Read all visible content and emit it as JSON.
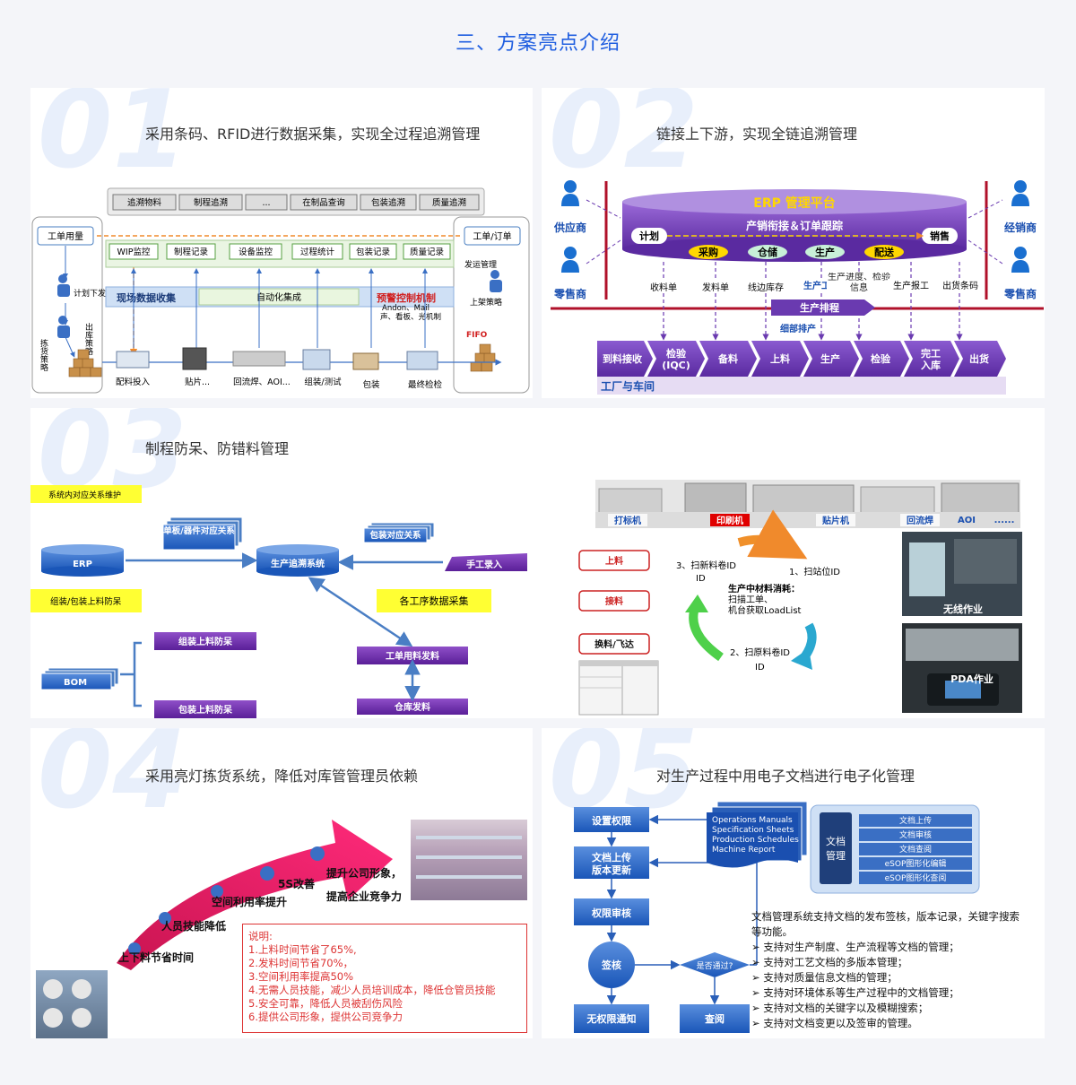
{
  "page_title": "三、方案亮点介绍",
  "panels": [
    {
      "num": "01",
      "title": "采用条码、RFID进行数据采集，实现全过程追溯管理"
    },
    {
      "num": "02",
      "title": "链接上下游，实现全链追溯管理"
    },
    {
      "num": "03",
      "title": "制程防呆、防错料管理"
    },
    {
      "num": "04",
      "title": "采用亮灯拣货系统，降低对库管管理员依赖"
    },
    {
      "num": "05",
      "title": "对生产过程中用电子文档进行电子化管理"
    }
  ],
  "p1": {
    "query_tabs": [
      "追溯物料",
      "制程追溯",
      "...",
      "在制品查询",
      "包装追溯",
      "质量追溯"
    ],
    "left_box": "工单用量",
    "right_box": "工单/订单",
    "plan_down": "计划下发",
    "pick_strategy": "拣货策略",
    "out_strategy": "出库策略",
    "ship_mgmt": "发运管理",
    "shelf_strategy": "上架策略",
    "fifo": "FIFO",
    "monitors": [
      "WIP监控",
      "制程记录",
      "设备监控",
      "过程统计",
      "包装记录",
      "质量记录"
    ],
    "collect": "现场数据收集",
    "auto": "自动化集成",
    "alarm": "预警控制机制",
    "alarm_sub1": "Andon、Mail",
    "alarm_sub2": "声、看板、光机制",
    "stations": [
      "配料投入",
      "贴片...",
      "回流焊、AOI...",
      "组装/测试",
      "包装",
      "最终检检"
    ]
  },
  "p2": {
    "erp_title": "ERP 管理平台",
    "erp_sub": "产销衔接＆订单跟踪",
    "plan": "计划",
    "sales": "销售",
    "flow": [
      "采购",
      "仓储",
      "生产",
      "配送"
    ],
    "left_roles": [
      "供应商",
      "零售商"
    ],
    "right_roles": [
      "经销商",
      "零售商"
    ],
    "mid_labels": [
      "收料单",
      "发料单",
      "线边库存",
      "生产工单",
      "生产进度、检验信息",
      "生产报工",
      "出货条码"
    ],
    "schedule": "生产排程",
    "detail_schedule": "细部排产",
    "chain": [
      "到料接收",
      "检验(IQC)",
      "备料",
      "上料",
      "生产",
      "检验",
      "完工入库",
      "出货"
    ],
    "factory": "工厂与车间"
  },
  "p3": {
    "tag1": "系统内对应关系维护",
    "tag2": "组装/包装上料防呆",
    "erp": "ERP",
    "trace_sys": "生产追溯系统",
    "bom_parts": "单板/器件对应关系",
    "pack_rel": "包装对应关系",
    "manual": "手工录入",
    "collect": "各工序数据采集",
    "asm_proof": "组装上料防呆",
    "pack_proof": "包装上料防呆",
    "bom": "BOM",
    "wo_issue": "工单用料发料",
    "wh_issue": "仓库发料",
    "machines": [
      "打标机",
      "印刷机",
      "贴片机",
      "回流焊",
      "AOI",
      "......"
    ],
    "ops": [
      "上料",
      "接料",
      "换料/飞达"
    ],
    "cycle": [
      "1、扫站位ID",
      "2、扫原料卷ID",
      "3、扫新料卷ID"
    ],
    "cycle_center_title": "生产中材料消耗：",
    "cycle_center_l1": "扫描工单、",
    "cycle_center_l2": "机台获取LoadList",
    "photo1": "无线作业",
    "photo2": "PDA作业"
  },
  "p4": {
    "arrow_labels": [
      "上下料节省时间",
      "人员技能降低",
      "空间利用率提升",
      "5S改善",
      "提升公司形象，",
      "提高企业竞争力"
    ],
    "notes_title": "说明:",
    "notes": [
      "1.上料时间节省了65%,",
      "2.发料时间节省70%，",
      "3.空间利用率提高50%",
      "4.无需人员技能，减少人员培训成本，降低仓管员技能",
      "5.安全可靠，降低人员被刮伤风险",
      "6.提供公司形象，提供公司竞争力"
    ]
  },
  "p5": {
    "flow": [
      "设置权限",
      "文档上传版本更新",
      "权限审核",
      "签核",
      "无权限通知",
      "查阅"
    ],
    "decision": "是否通过?",
    "docs": [
      "Operations Manuals",
      "Specification Sheets",
      "Production Schedules",
      "Machine Report"
    ],
    "doc_mgmt": "文档管理",
    "doc_items": [
      "文档上传",
      "文档审核",
      "文档查阅",
      "eSOP图形化编辑",
      "eSOP图形化查阅"
    ],
    "desc_intro": "文档管理系统支持文档的发布签核，版本记录，关键字搜索等功能。",
    "desc_items": [
      "支持对生产制度、生产流程等文档的管理；",
      "支持对工艺文档的多版本管理；",
      "支持对质量信息文档的管理；",
      "支持对环境体系等生产过程中的文档管理；",
      "支持对文档的关键字以及模糊搜索；",
      "支持对文档变更以及签审的管理。"
    ]
  }
}
